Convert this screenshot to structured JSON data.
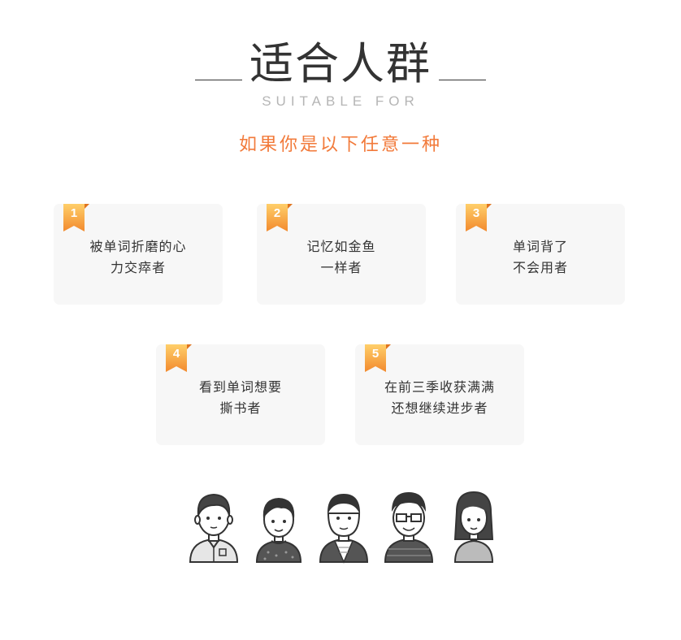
{
  "header": {
    "title": "适合人群",
    "subtitle": "SUITABLE FOR",
    "tagline": "如果你是以下任意一种"
  },
  "cards": [
    {
      "num": "1",
      "line1": "被单词折磨的心",
      "line2": "力交瘁者"
    },
    {
      "num": "2",
      "line1": "记忆如金鱼",
      "line2": "一样者"
    },
    {
      "num": "3",
      "line1": "单词背了",
      "line2": "不会用者"
    },
    {
      "num": "4",
      "line1": "看到单词想要",
      "line2": "撕书者"
    },
    {
      "num": "5",
      "line1": "在前三季收获满满",
      "line2": "还想继续进步者"
    }
  ],
  "colors": {
    "accent": "#f27a3a",
    "badge_gradient_top": "#ffcf6a",
    "badge_gradient_bottom": "#f28a2e",
    "card_bg": "#f7f7f7"
  },
  "avatars": [
    "person-boy-1-icon",
    "person-boy-2-icon",
    "person-man-icon",
    "person-glasses-icon",
    "person-girl-icon"
  ]
}
